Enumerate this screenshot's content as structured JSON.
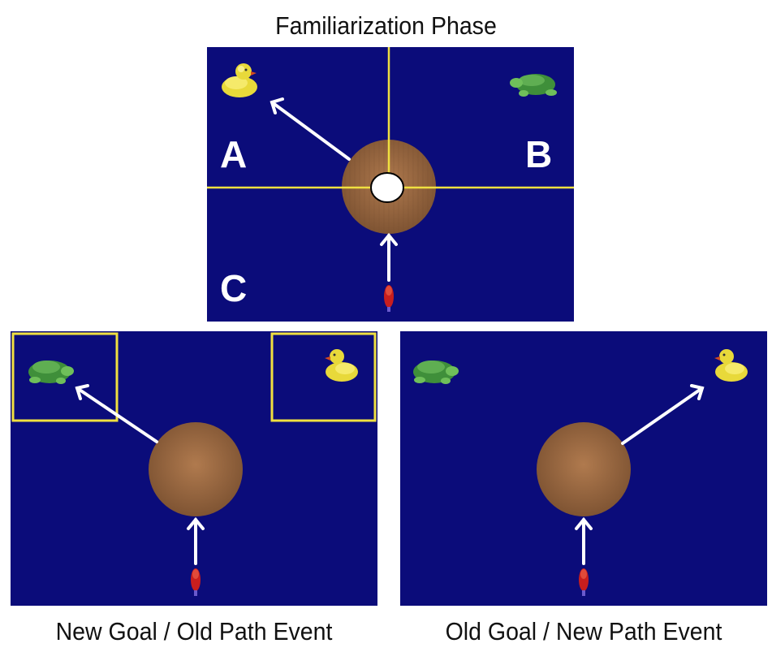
{
  "title": "Familiarization Phase",
  "top_panel": {
    "regions": [
      "A",
      "B",
      "C"
    ]
  },
  "captions": {
    "left": "New Goal / Old Path Event",
    "right": "Old Goal / New Path Event"
  },
  "colors": {
    "background": "#0b0c7a",
    "grid_lines": "#f0e040",
    "highlight_box": "#f0e040",
    "arrow": "#ffffff"
  },
  "icons": [
    "duck-icon",
    "turtle-icon",
    "wooden-disc",
    "red-agent-icon"
  ]
}
